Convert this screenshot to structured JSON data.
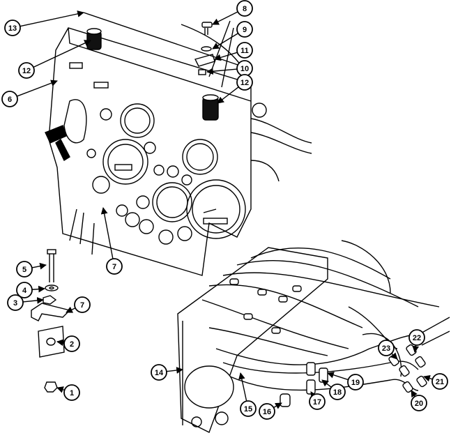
{
  "figure": {
    "callouts": [
      {
        "id": "c13",
        "label": "13"
      },
      {
        "id": "c12a",
        "label": "12"
      },
      {
        "id": "c6",
        "label": "6"
      },
      {
        "id": "c8",
        "label": "8"
      },
      {
        "id": "c9",
        "label": "9"
      },
      {
        "id": "c11",
        "label": "11"
      },
      {
        "id": "c10",
        "label": "10"
      },
      {
        "id": "c12b",
        "label": "12"
      },
      {
        "id": "c7a",
        "label": "7"
      },
      {
        "id": "c5",
        "label": "5"
      },
      {
        "id": "c4",
        "label": "4"
      },
      {
        "id": "c3",
        "label": "3"
      },
      {
        "id": "c7b",
        "label": "7"
      },
      {
        "id": "c2",
        "label": "2"
      },
      {
        "id": "c1",
        "label": "1"
      },
      {
        "id": "c14",
        "label": "14"
      },
      {
        "id": "c15",
        "label": "15"
      },
      {
        "id": "c16",
        "label": "16"
      },
      {
        "id": "c17",
        "label": "17"
      },
      {
        "id": "c18",
        "label": "18"
      },
      {
        "id": "c19",
        "label": "19"
      },
      {
        "id": "c22",
        "label": "22"
      },
      {
        "id": "c23",
        "label": "23"
      },
      {
        "id": "c21",
        "label": "21"
      },
      {
        "id": "c20",
        "label": "20"
      }
    ]
  }
}
